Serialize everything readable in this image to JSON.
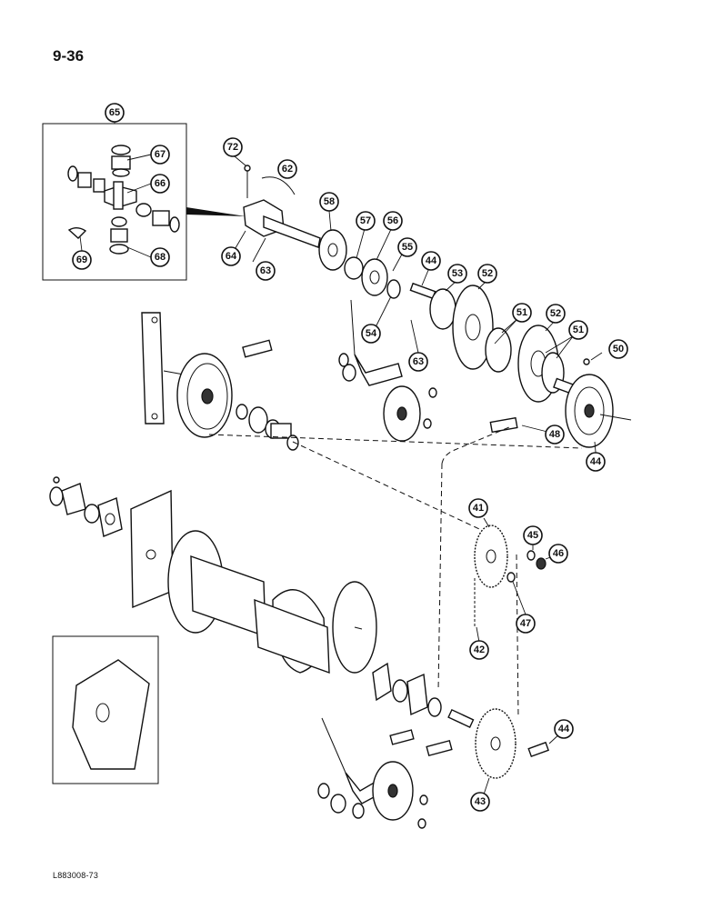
{
  "page": {
    "page_number": "9-36",
    "drawing_code": "L883008-73"
  },
  "callouts": {
    "c41": "41",
    "c42": "42",
    "c43": "43",
    "c44a": "44",
    "c44b": "44",
    "c44c": "44",
    "c45": "45",
    "c46": "46",
    "c47": "47",
    "c48": "48",
    "c50": "50",
    "c51a": "51",
    "c51b": "51",
    "c52a": "52",
    "c52b": "52",
    "c53": "53",
    "c54": "54",
    "c55": "55",
    "c56": "56",
    "c57": "57",
    "c58": "58",
    "c62": "62",
    "c63a": "63",
    "c63b": "63",
    "c64": "64",
    "c65": "65",
    "c66": "66",
    "c67": "67",
    "c68": "68",
    "c69": "69",
    "c72": "72"
  }
}
